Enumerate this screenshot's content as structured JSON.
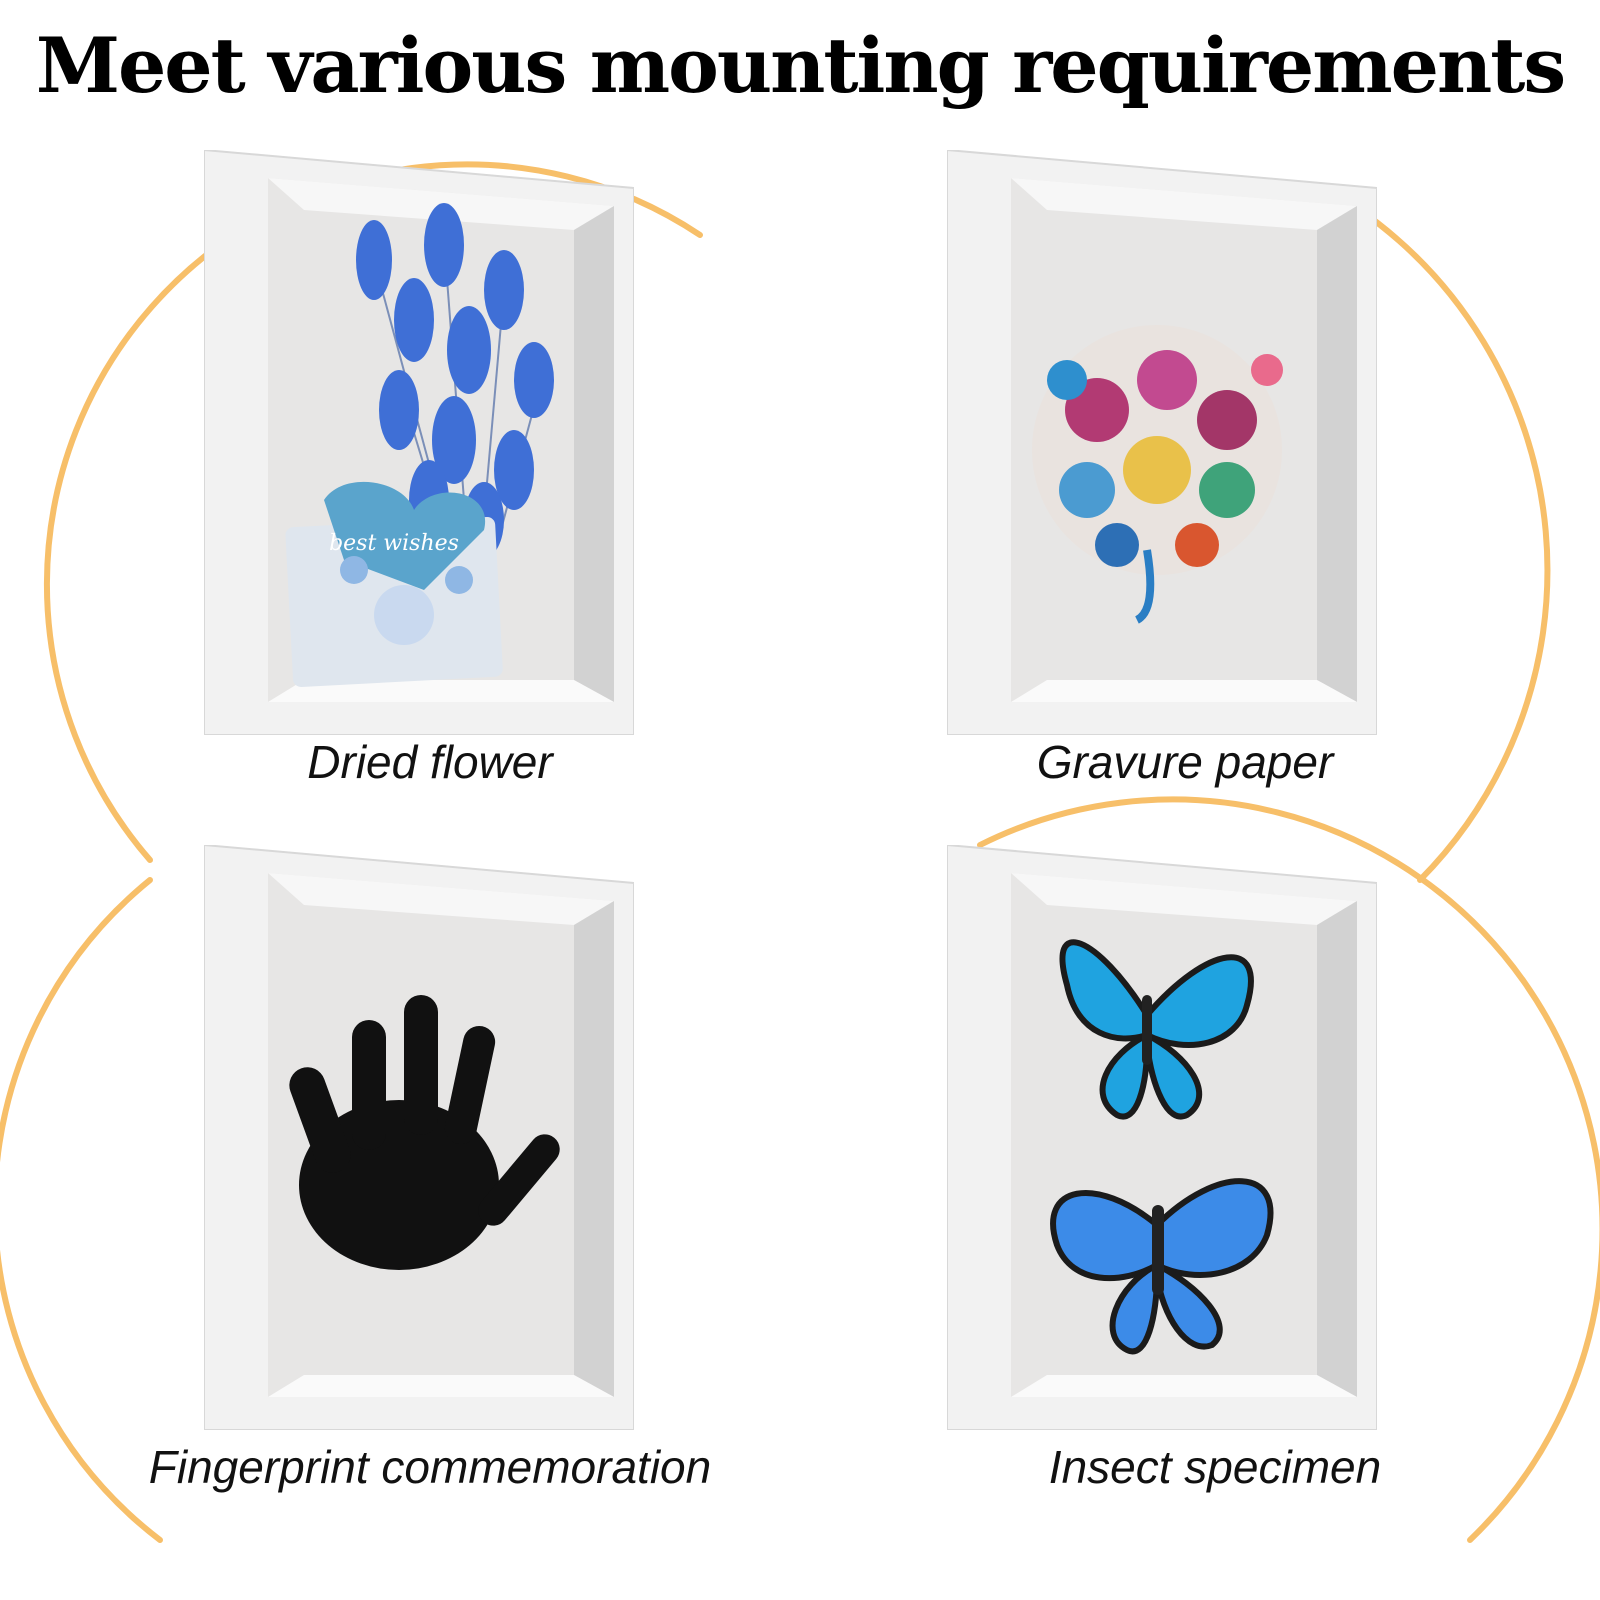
{
  "title": "Meet various mounting requirements",
  "accent_color": "#F7BF69",
  "panels": [
    {
      "caption": "Dried flower",
      "icon": "dried-flower-bouquet",
      "card_text": "best wishes"
    },
    {
      "caption": "Gravure paper",
      "icon": "quilled-peacock-art"
    },
    {
      "caption": "Fingerprint commemoration",
      "icon": "handprint"
    },
    {
      "caption": "Insect specimen",
      "icon": "butterfly"
    }
  ]
}
